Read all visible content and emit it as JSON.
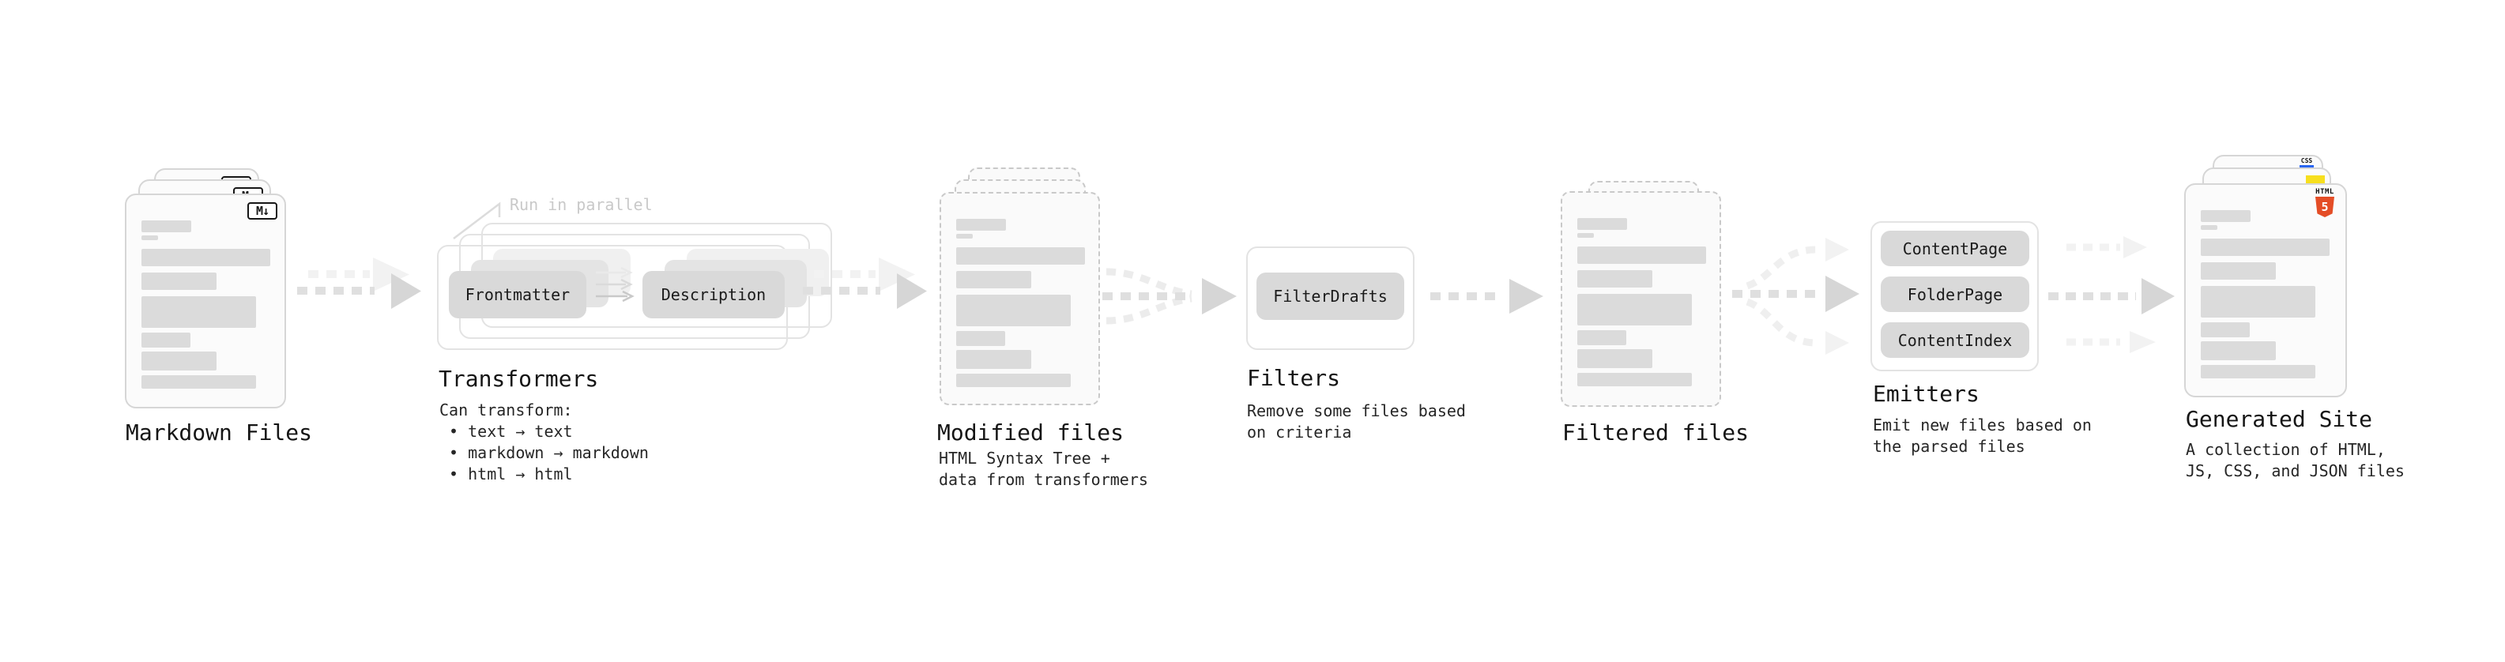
{
  "stages": {
    "markdown": {
      "label": "Markdown Files",
      "badge": "M↓"
    },
    "transformers": {
      "label": "Transformers",
      "annotation": "Run in parallel",
      "chip_frontmatter": "Frontmatter",
      "chip_description": "Description",
      "sub": "Can transform:\n • text → text\n • markdown → markdown\n • html → html"
    },
    "modified": {
      "label": "Modified files",
      "sub": "HTML Syntax Tree +\ndata from transformers"
    },
    "filters": {
      "label": "Filters",
      "chip_filterdrafts": "FilterDrafts",
      "sub": "Remove some files based\non criteria"
    },
    "filtered": {
      "label": "Filtered files"
    },
    "emitters": {
      "label": "Emitters",
      "chip_contentpage": "ContentPage",
      "chip_folderpage": "FolderPage",
      "chip_contentindex": "ContentIndex",
      "sub": "Emit new files based on\nthe parsed files"
    },
    "generated": {
      "label": "Generated Site",
      "sub": "A collection of HTML,\nJS, CSS, and JSON files",
      "badge_css": "CSS",
      "badge_html_label": "HTML",
      "badge_html_number": "5"
    }
  },
  "colors": {
    "html5_orange": "#e44d26",
    "js_yellow": "#f7df1e",
    "css_blue": "#2965f1",
    "card_border": "#d6d6d6",
    "placeholder_bar": "#dbdbdb",
    "chip_gray": "#d9d9d9"
  }
}
